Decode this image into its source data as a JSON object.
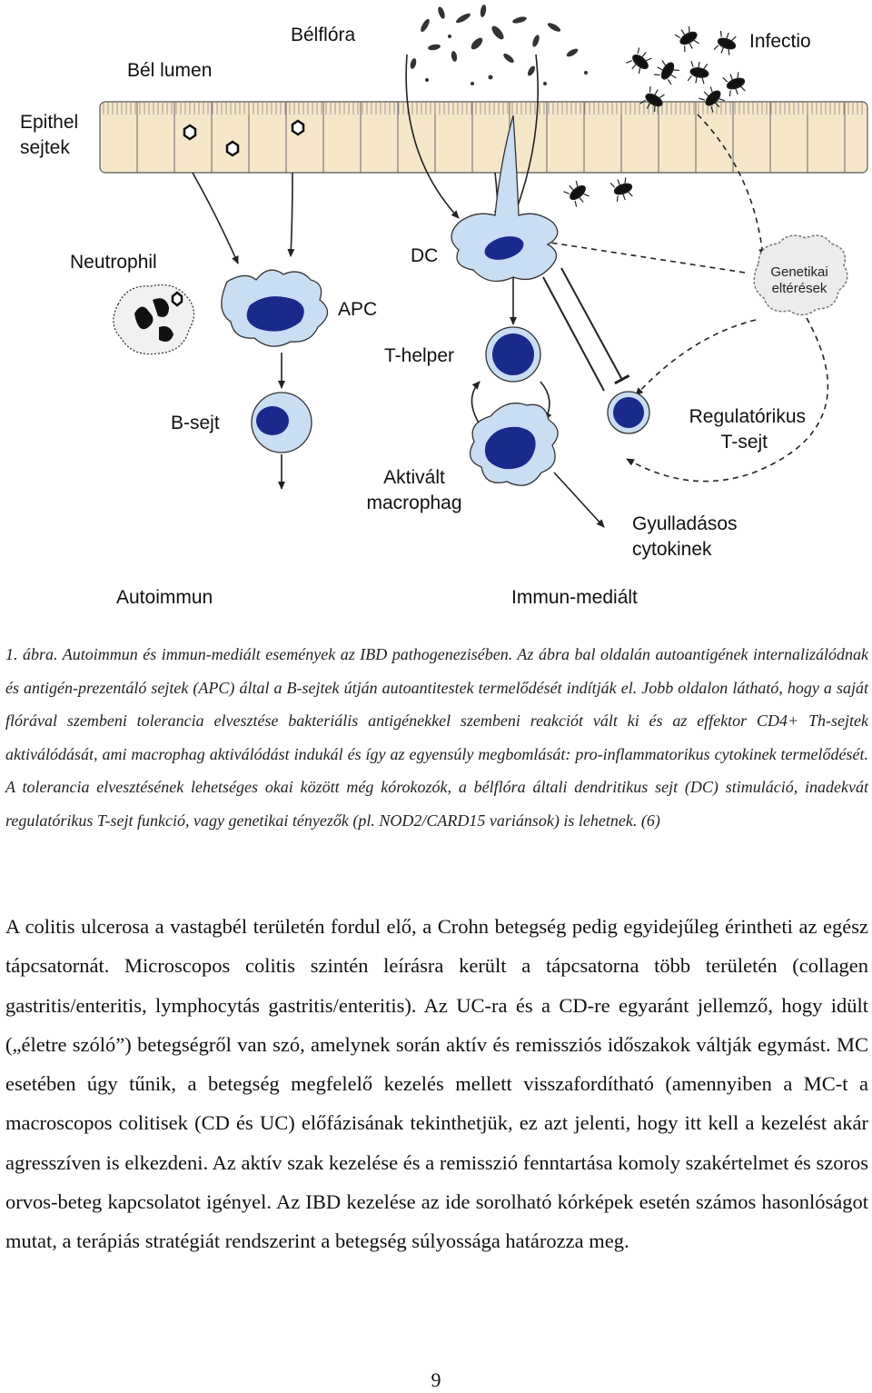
{
  "figure": {
    "labels": {
      "bel_lumen": "Bél lumen",
      "belflora": "Bélflóra",
      "infectio": "Infectio",
      "epithel_line1": "Epithel",
      "epithel_line2": "sejtek",
      "neutrophil": "Neutrophil",
      "dc": "DC",
      "apc": "APC",
      "genetikai_line1": "Genetikai",
      "genetikai_line2": "eltérések",
      "t_helper": "T-helper",
      "b_sejt": "B-sejt",
      "regulatorikus_line1": "Regulatórikus",
      "regulatorikus_line2": "T-sejt",
      "aktivalt_line1": "Aktivált",
      "aktivalt_line2": "macrophag",
      "gyulladasos_line1": "Gyulladásos",
      "gyulladasos_line2": "cytokinek",
      "autoimmun": "Autoimmun",
      "immun_medialt": "Immun-mediált"
    },
    "colors": {
      "epithelium_fill": "#f6e7c9",
      "epithelium_stroke": "#555555",
      "cell_fill": "#c9ddf3",
      "nucleus_fill": "#1a2a8c",
      "outline": "#333333"
    }
  },
  "caption": "1. ábra. Autoimmun és immun-mediált események az IBD pathogenezisében. Az ábra bal oldalán autoantigének internalizálódnak és antigén-prezentáló sejtek (APC) által a B-sejtek útján autoantitestek termelődését indítják el. Jobb oldalon látható, hogy a saját flórával szembeni tolerancia elvesztése bakteriális antigénekkel szembeni reakciót vált ki és az effektor CD4+ Th-sejtek aktiválódását, ami macrophag aktiválódást indukál és így az egyensúly megbomlását: pro-inflammatorikus cytokinek termelődését. A tolerancia elvesztésének lehetséges okai között még kórokozók, a bélflóra általi dendritikus sejt (DC) stimuláció, inadekvát regulatórikus T-sejt funkció, vagy genetikai tényezők (pl. NOD2/CARD15 variánsok) is lehetnek. (6)",
  "body_paragraph": "A colitis ulcerosa a vastagbél területén fordul elő, a Crohn betegség pedig egyidejűleg érintheti az egész tápcsatornát. Microscopos colitis szintén leírásra került a tápcsatorna több területén (collagen gastritis/enteritis, lymphocytás gastritis/enteritis). Az UC-ra és a CD-re egyaránt jellemző, hogy idült („életre szóló”) betegségről van szó, amelynek során aktív és remissziós időszakok váltják egymást. MC esetében úgy tűnik, a betegség megfelelő kezelés mellett visszafordítható (amennyiben a MC-t a macroscopos colitisek (CD és UC) előfázisának tekinthetjük, ez azt jelenti, hogy itt kell a kezelést akár agresszíven is elkezdeni. Az aktív szak kezelése és a remisszió fenntartása komoly szakértelmet és szoros orvos-beteg kapcsolatot igényel. Az IBD kezelése az ide sorolható kórképek esetén számos hasonlóságot mutat, a terápiás stratégiát rendszerint a betegség súlyossága határozza meg.",
  "page_number": "9"
}
